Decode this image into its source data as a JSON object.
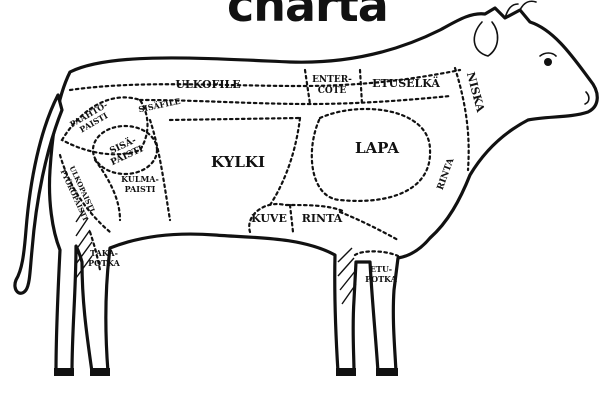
{
  "title": "charta",
  "cuts": {
    "ulkofile": "ULKOFILE",
    "entercote_1": "ENTER-",
    "entercote_2": "COTE",
    "etuselka": "ETUSELKÄ",
    "niska": "NISKA",
    "paahtopaisti_1": "PAAHTO-",
    "paahtopaisti_2": "PAISTI",
    "sisafile": "SISÄFILE",
    "sisapaisti_1": "SISÄ-",
    "sisapaisti_2": "PAISTI",
    "ulkopaisti": "ULKOPAISTI",
    "pyoropaisti": "PYÖRÖPAISTI",
    "kulmapaisti_1": "KULMA-",
    "kulmapaisti_2": "PAISTI",
    "kylki": "KYLKI",
    "lapa": "LAPA",
    "rinta_side": "RINTA",
    "kuve": "KUVE",
    "rinta": "RINTA",
    "takapotka_1": "TAKA-",
    "takapotka_2": "POTKA",
    "etupotka_1": "ETU-",
    "etupotka_2": "POTKA"
  }
}
